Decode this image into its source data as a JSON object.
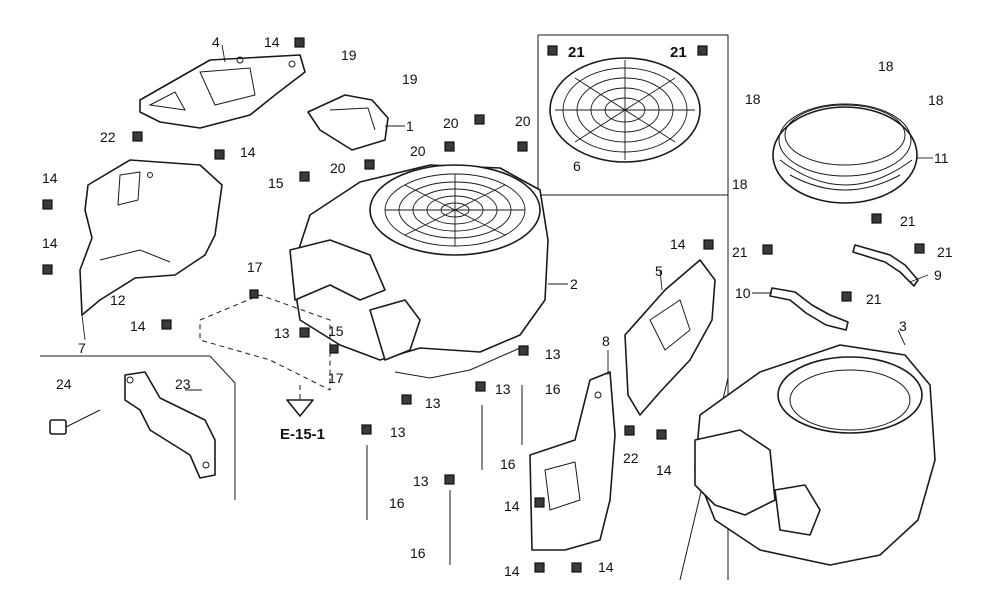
{
  "callouts": {
    "c1": "1",
    "c2": "2",
    "c3": "3",
    "c4": "4",
    "c5": "5",
    "c6": "6",
    "c7": "7",
    "c8": "8",
    "c9": "9",
    "c10": "10",
    "c11": "11",
    "c12": "12",
    "c13": "13",
    "c14": "14",
    "c15": "15",
    "c16": "16",
    "c17": "17",
    "c18": "18",
    "c19": "19",
    "c20": "20",
    "c21": "21",
    "c22": "22",
    "c23": "23",
    "c24": "24"
  },
  "reference": "E-15-1"
}
